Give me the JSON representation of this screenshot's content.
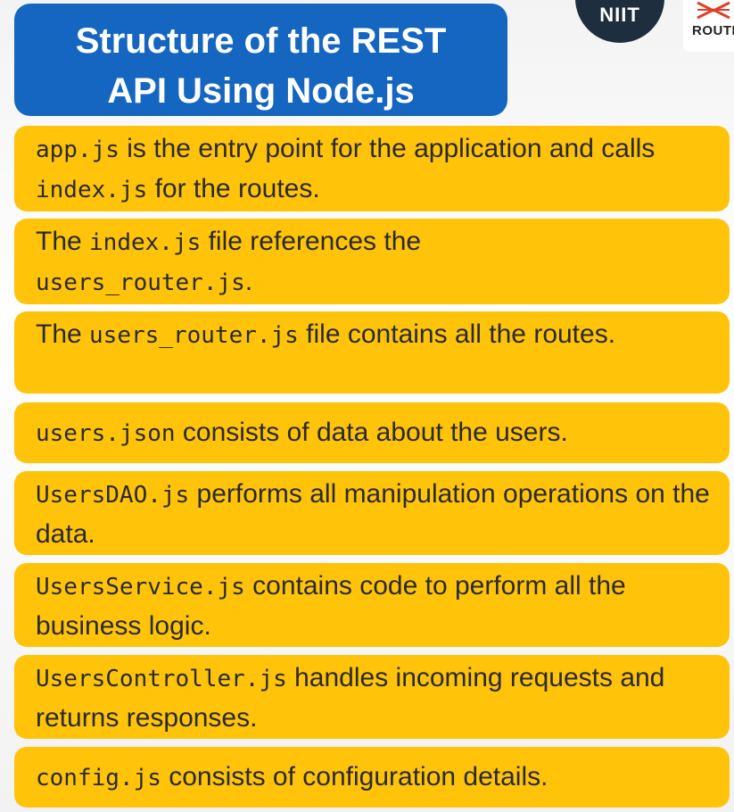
{
  "slide": {
    "title_line1": "Structure of the REST",
    "title_line2": "API Using Node.js"
  },
  "logos": {
    "circle_text": "NIIT",
    "card_text": "ROUTE"
  },
  "items": [
    {
      "code": "app.js",
      "text_a": " is the entry point for the application and calls ",
      "code_b": "index.js",
      "text_b": " for the routes."
    },
    {
      "text_pre": "The ",
      "code": "index.js",
      "text_a": " file references the ",
      "code_b": "users_router.js",
      "text_b": "."
    },
    {
      "text_pre": "The ",
      "code": "users_router.js",
      "text_a": " file contains all the routes."
    },
    {
      "code": "users.json",
      "text_a": " consists of data about the users."
    },
    {
      "code": "UsersDAO.js",
      "text_a": " performs all manipulation operations on the data."
    },
    {
      "code": "UsersService.js",
      "text_a": " contains code to perform all the business logic."
    },
    {
      "code": "UsersController.js",
      "text_a": " handles incoming requests and returns responses."
    },
    {
      "code": "config.js",
      "text_a": " consists of configuration details."
    }
  ],
  "colors": {
    "title_bg": "#1566c0",
    "item_bg": "#ffc30a",
    "logo_circle": "#1f2e3e",
    "logo_mark": "#e0402a"
  }
}
